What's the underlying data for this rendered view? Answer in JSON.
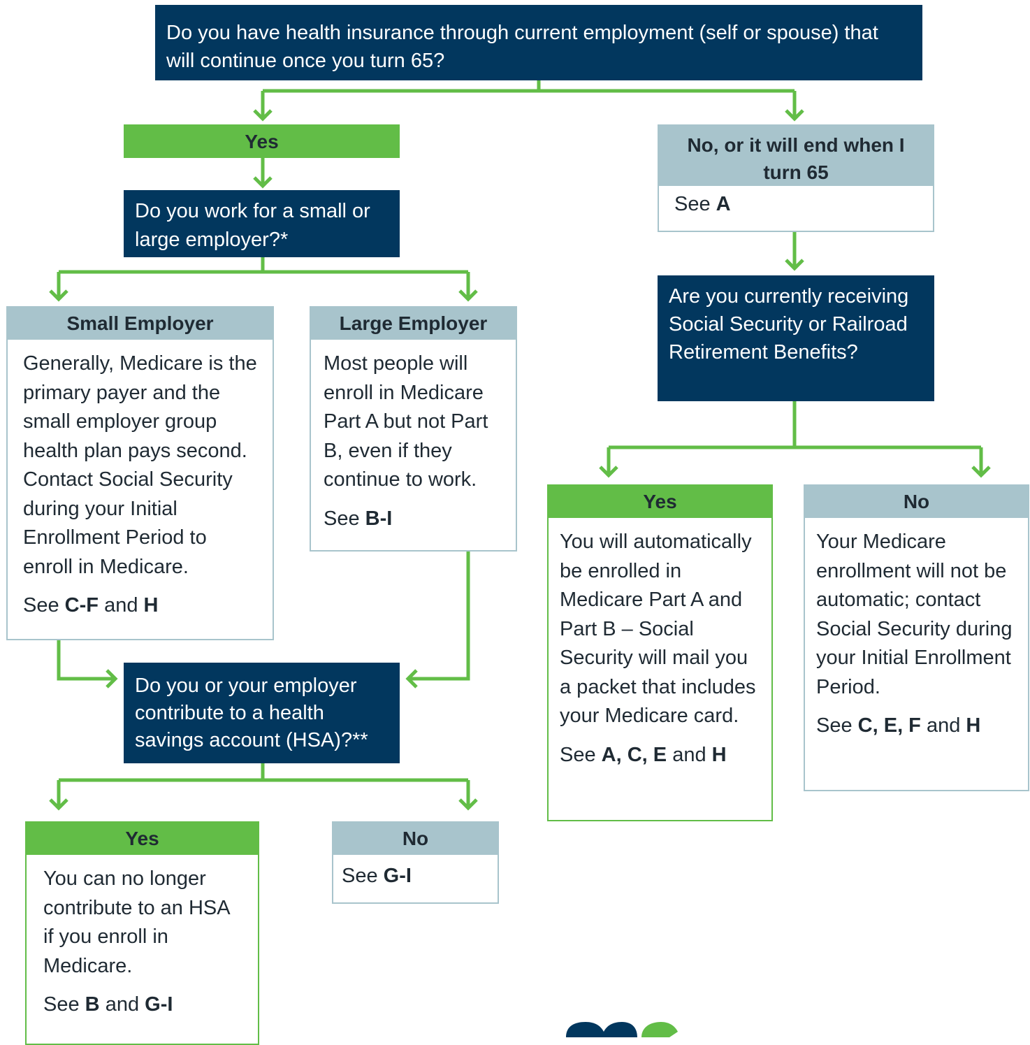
{
  "root_question": "Do you have health insurance through current employment (self or spouse) that will continue once you turn 65?",
  "yes_label": "Yes",
  "no_branch": {
    "title": "No, or it will end when I turn 65",
    "see_prefix": "See",
    "see_a": "A",
    "question": "Are you currently receiving Social Security or Railroad Retirement Benefits?",
    "yes_card": {
      "title": "Yes",
      "text": "You will automatically be enrolled in Medicare Part A and Part B – Social Security will mail you a packet that includes your Medicare card.",
      "see_prefix": "See",
      "see_a": "A, C, E",
      "see_and": "and",
      "see_b": "H"
    },
    "no_card": {
      "title": "No",
      "text": "Your Medicare enrollment will not be automatic; contact Social Security during your Initial Enrollment Period.",
      "see_prefix": "See",
      "see_a": "C, E, F",
      "see_and": "and",
      "see_b": "H"
    }
  },
  "employer_question": "Do you work for a small or large employer?*",
  "small_employer": {
    "title": "Small Employer",
    "text": "Generally, Medicare is the primary payer and the small employer group health plan pays second. Contact Social Security during your Initial Enrollment Period to enroll in Medicare.",
    "see_prefix": "See",
    "see_a": "C-F",
    "see_and": "and",
    "see_b": "H"
  },
  "large_employer": {
    "title": "Large Employer",
    "text": "Most people will enroll in Medicare Part A but not Part B, even if they continue to work.",
    "see_prefix": "See",
    "see_a": "B-I"
  },
  "hsa_question": "Do you or your employer contribute to a health savings account (HSA)?**",
  "hsa_yes": {
    "title": "Yes",
    "text": "You can no longer contribute to an HSA if you enroll in Medicare.",
    "see_prefix": "See",
    "see_a": "B",
    "see_and": "and",
    "see_b": "G-I"
  },
  "hsa_no": {
    "title": "No",
    "see_prefix": "See",
    "see_a": "G-I"
  },
  "colors": {
    "navy": "#02375e",
    "green": "#62bd47",
    "grey_blue": "#a8c4cc",
    "text": "#1f2a33"
  }
}
